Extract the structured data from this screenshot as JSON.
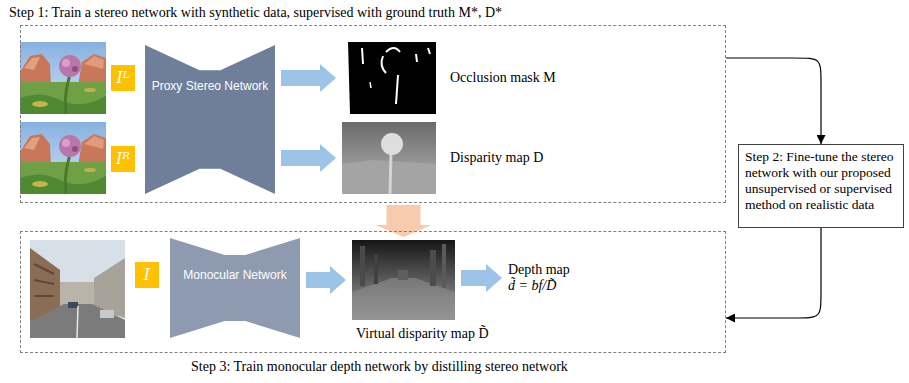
{
  "diagram": {
    "nodes": [
      {
        "text": [
          "Step 1: Train a stereo network with synthetic data, supervised with ground truth M*, D*"
        ]
      },
      {
        "text": [
          "Iᴸ"
        ],
        "in": 0
      },
      {
        "text": [
          "Iᴿ"
        ],
        "in": 0
      },
      {
        "text": [
          "Proxy Stereo Network"
        ],
        "in": 0
      },
      {
        "text": [
          "Occlusion mask M"
        ],
        "in": 0
      },
      {
        "text": [
          "Disparity map D"
        ],
        "in": 0
      },
      {
        "text": [
          "Step 2: Fine-tune the stereo network with our proposed unsupervised or supervised method on realistic data"
        ]
      },
      {
        "text": [
          "Step 3: Train monocular depth network by distilling stereo network"
        ]
      },
      {
        "text": [
          "I"
        ],
        "in": 7
      },
      {
        "text": [
          "Monocular Network"
        ],
        "in": 7
      },
      {
        "text": [
          "Virtual disparity map D̃"
        ],
        "in": 7
      },
      {
        "text": [
          "Depth map",
          "d̃ = bf/D̃"
        ],
        "in": 7
      }
    ],
    "edges": [
      {
        "from": 3,
        "to": 4,
        "arrow": "to"
      },
      {
        "from": 3,
        "to": 5,
        "arrow": "to"
      },
      {
        "from": 0,
        "to": 6,
        "arrow": "to"
      },
      {
        "from": 6,
        "to": 7,
        "arrow": "to"
      },
      {
        "from": 0,
        "to": 10,
        "arrow": "to"
      },
      {
        "from": 9,
        "to": 10,
        "arrow": "to"
      },
      {
        "from": 10,
        "to": 11,
        "arrow": "to"
      }
    ]
  }
}
